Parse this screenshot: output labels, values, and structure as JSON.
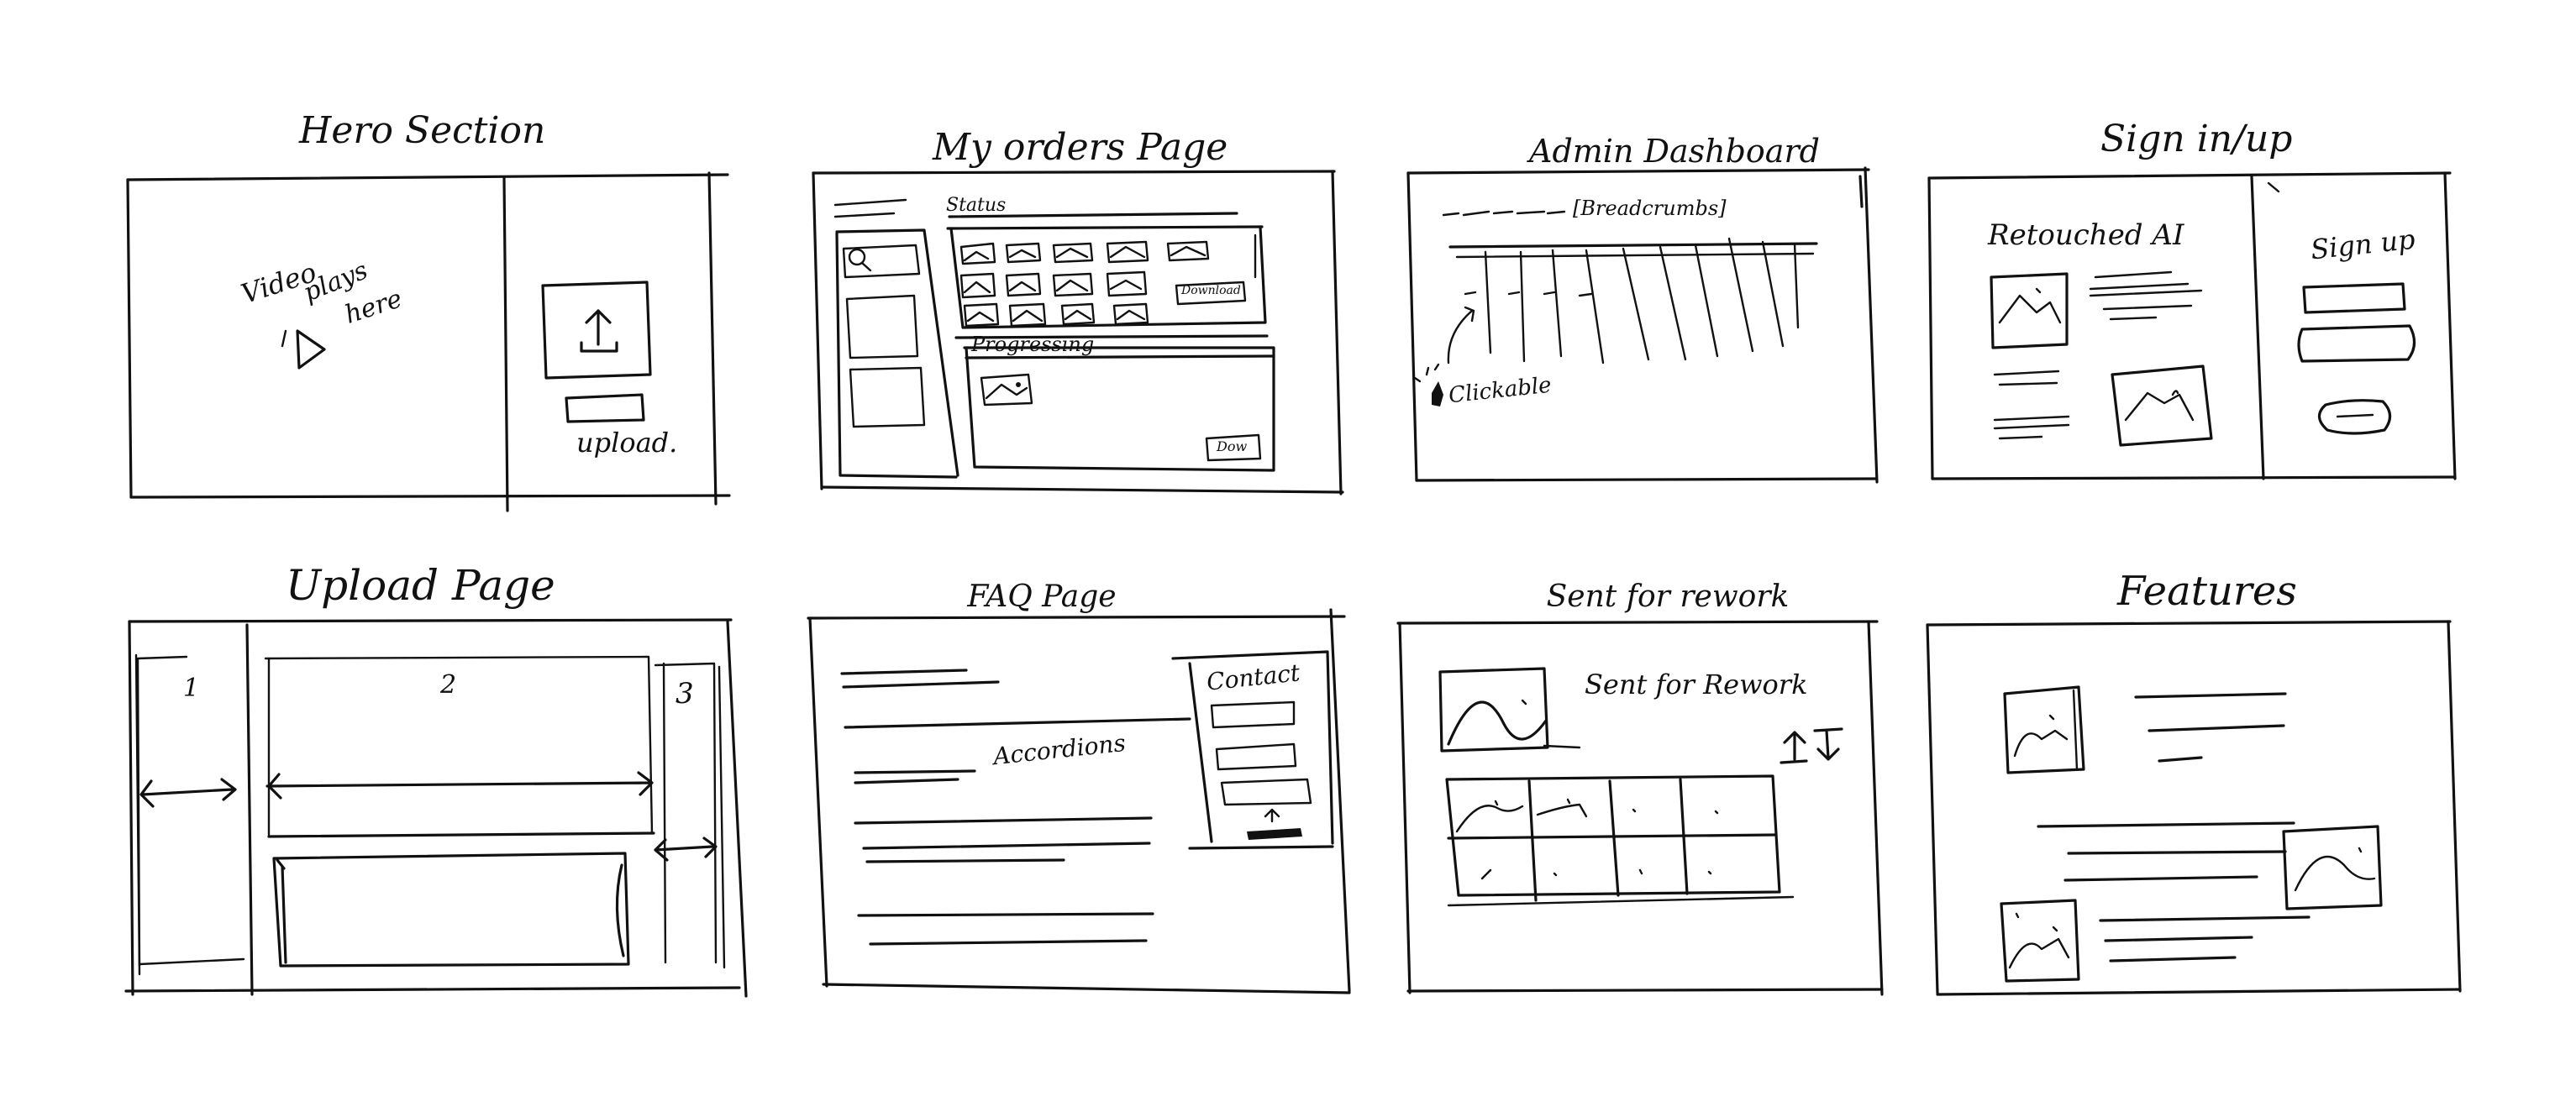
{
  "wireframes": [
    {
      "title": "Hero Section",
      "labels": {
        "video": "Video",
        "plays": "plays",
        "here": "here",
        "upload": "upload."
      }
    },
    {
      "title": "My orders Page",
      "labels": {
        "status": "Status",
        "download": "Download",
        "progressing": "Progressing",
        "download_small": "Dow"
      }
    },
    {
      "title": "Admin Dashboard",
      "labels": {
        "breadcrumb": "[Breadcrumbs]",
        "clickable": "Clickable"
      }
    },
    {
      "title": "Sign in/up",
      "labels": {
        "retouched": "Retouched AI",
        "signup": "Sign up"
      }
    },
    {
      "title": "Upload Page",
      "labels": {
        "col1": "1",
        "col2": "2",
        "col3": "3"
      }
    },
    {
      "title": "FAQ Page",
      "labels": {
        "accordions": "Accordions",
        "contact": "Contact"
      }
    },
    {
      "title": "Sent for rework",
      "labels": {
        "heading": "Sent for Rework"
      }
    },
    {
      "title": "Features",
      "labels": {}
    }
  ]
}
